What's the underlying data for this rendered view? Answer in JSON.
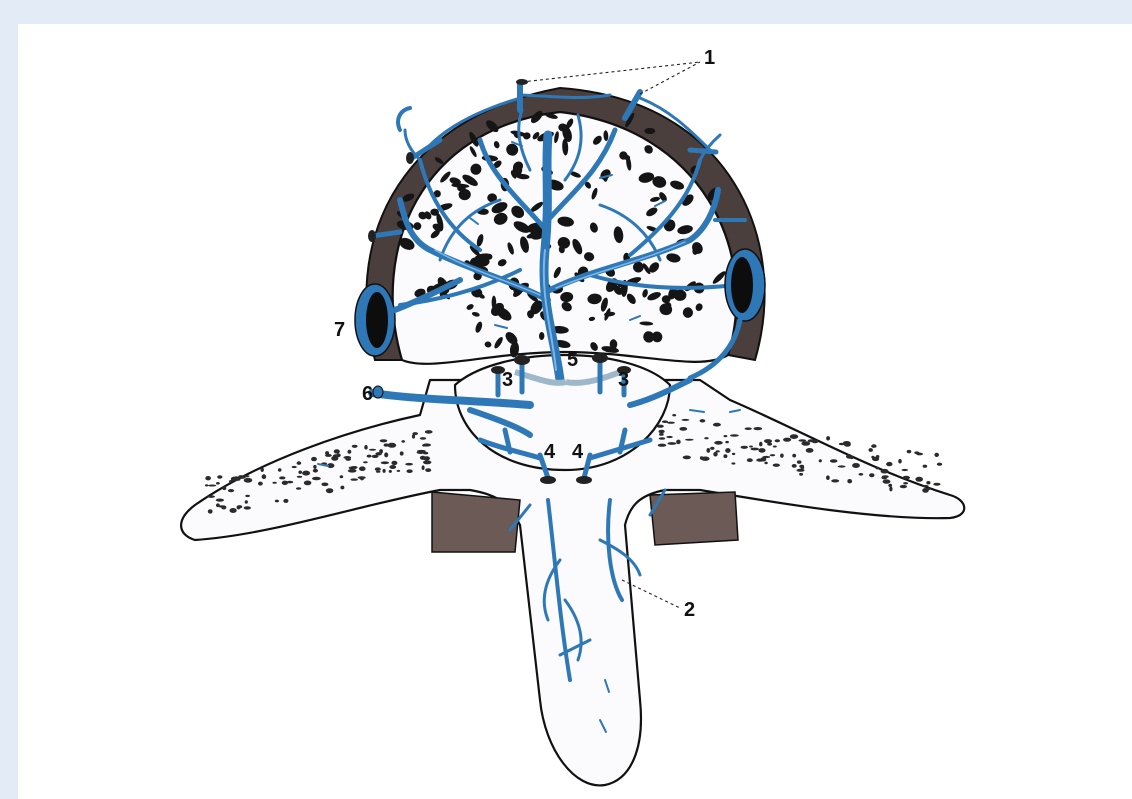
{
  "figure": {
    "background_color": "#e3ebf7",
    "vein_color": "#2f78b8",
    "cortex_color": "#4a3f3c",
    "labels": [
      {
        "id": "label-1",
        "text": "1"
      },
      {
        "id": "label-2",
        "text": "2"
      },
      {
        "id": "label-3-left",
        "text": "3"
      },
      {
        "id": "label-3-right",
        "text": "3"
      },
      {
        "id": "label-4-left",
        "text": "4"
      },
      {
        "id": "label-4-right",
        "text": "4"
      },
      {
        "id": "label-5",
        "text": "5"
      },
      {
        "id": "label-6",
        "text": "6"
      },
      {
        "id": "label-7",
        "text": "7"
      }
    ]
  }
}
